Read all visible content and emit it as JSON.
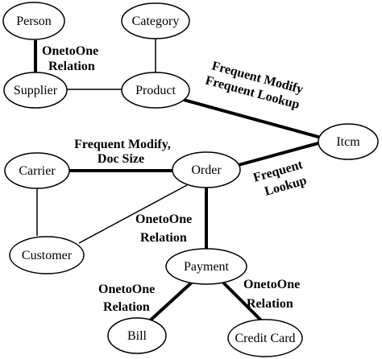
{
  "nodes": {
    "person": "Person",
    "category": "Category",
    "supplier": "Supplier",
    "product": "Product",
    "item": "Itcm",
    "carrier": "Carrier",
    "order": "Order",
    "customer": "Customer",
    "payment": "Payment",
    "bill": "Bill",
    "credit_card": "Credit Card"
  },
  "edge_labels": {
    "person_supplier": [
      "OnetoOne",
      "Relation"
    ],
    "product_item": [
      "Frequent Modify",
      "Frequent Lookup"
    ],
    "carrier_order": [
      "Frequent Modify,",
      "Doc Size"
    ],
    "order_item": [
      "Frequent",
      "Lookup"
    ],
    "order_payment": [
      "OnetoOne",
      "Relation"
    ],
    "payment_bill": [
      "OnetoOne",
      "Relation"
    ],
    "payment_credit_card": [
      "OnetoOne",
      "Relation"
    ]
  }
}
